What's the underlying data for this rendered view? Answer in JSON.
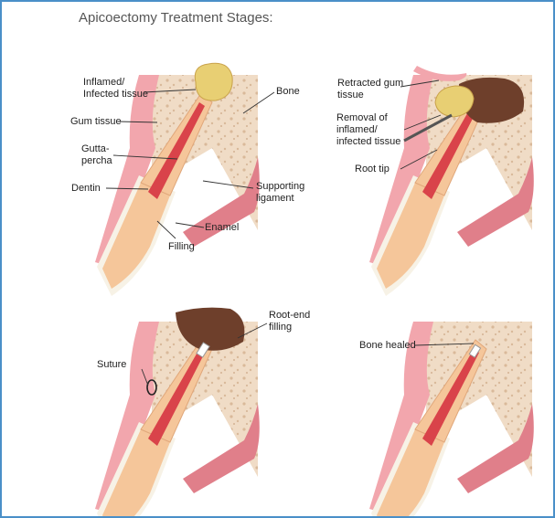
{
  "title": "Apicoectomy Treatment Stages:",
  "colors": {
    "border": "#4a8fc8",
    "gum": "#f2a6ad",
    "gum_dark": "#e07f8a",
    "bone": "#f0dcc6",
    "dentin": "#f5c69a",
    "enamel": "#f7f2e6",
    "gutta_percha": "#d9434a",
    "lesion": "#e8cf73",
    "cavity": "#6e3f2b"
  },
  "stages": [
    {
      "labels": {
        "inflamed": "Inflamed/\nInfected tissue",
        "bone": "Bone",
        "gum": "Gum tissue",
        "gutta": "Gutta-\npercha",
        "dentin": "Dentin",
        "ligament": "Supporting\nligament",
        "enamel": "Enamel",
        "filling": "Filling"
      }
    },
    {
      "labels": {
        "retracted": "Retracted gum\ntissue",
        "removal": "Removal of\ninflamed/\ninfected tissue",
        "root_tip": "Root tip"
      }
    },
    {
      "labels": {
        "suture": "Suture",
        "root_end": "Root-end\nfilling"
      }
    },
    {
      "labels": {
        "healed": "Bone healed"
      }
    }
  ]
}
